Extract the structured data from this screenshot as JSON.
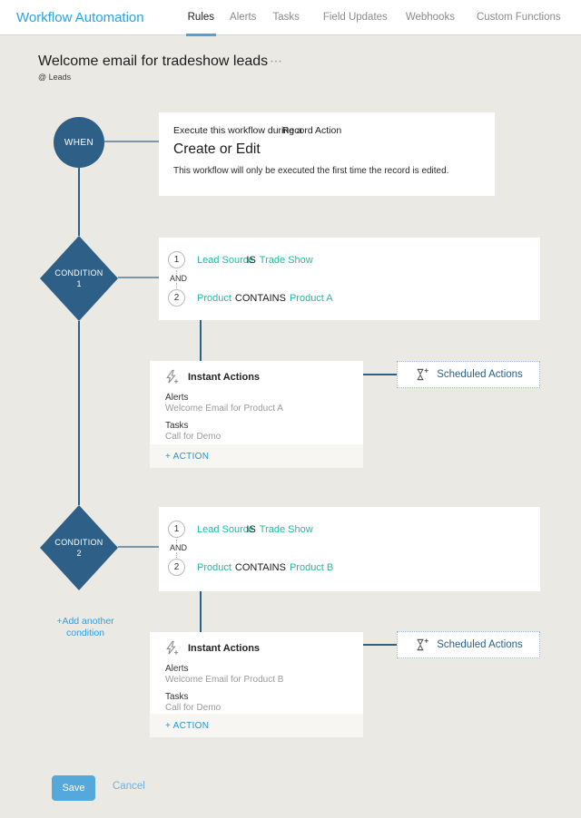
{
  "colors": {
    "accent_blue": "#2aa3e0",
    "node_blue": "#2d5f87",
    "teal_field": "#21b8a3",
    "action_link": "#2196d3",
    "save_button": "#55a8dc",
    "canvas_background": "#ebe9e4"
  },
  "nav": {
    "title": "Workflow Automation",
    "tabs": [
      {
        "label": "Rules"
      },
      {
        "label": "Alerts"
      },
      {
        "label": "Tasks"
      },
      {
        "label": "Field Updates"
      },
      {
        "label": "Webhooks"
      },
      {
        "label": "Custom Functions"
      }
    ]
  },
  "header": {
    "title": "Welcome email for tradeshow leads",
    "more_icon": "⋯",
    "module": "@ Leads"
  },
  "when": {
    "node_label": "WHEN",
    "execute_prefix": "Execute this workflow during a",
    "execute_type": "Record Action",
    "trigger": "Create or Edit",
    "note": "This workflow will only be executed the first time the record is edited."
  },
  "conditions": [
    {
      "node_label": "CONDITION",
      "node_number": "1",
      "join": "AND",
      "rules": [
        {
          "num": "1",
          "field": "Lead Source",
          "op": "IS",
          "value": "Trade Show"
        },
        {
          "num": "2",
          "field": "Product",
          "op": "CONTAINS",
          "value": "Product A"
        }
      ],
      "instant": {
        "title": "Instant Actions",
        "items": [
          {
            "type": "Alerts",
            "value": "Welcome Email for Product A"
          },
          {
            "type": "Tasks",
            "value": "Call for Demo"
          }
        ],
        "action_label": "+ ACTION"
      },
      "scheduled_label": "Scheduled Actions"
    },
    {
      "node_label": "CONDITION",
      "node_number": "2",
      "join": "AND",
      "rules": [
        {
          "num": "1",
          "field": "Lead Source",
          "op": "IS",
          "value": "Trade Show"
        },
        {
          "num": "2",
          "field": "Product",
          "op": "CONTAINS",
          "value": "Product B"
        }
      ],
      "instant": {
        "title": "Instant Actions",
        "items": [
          {
            "type": "Alerts",
            "value": "Welcome Email for Product B"
          },
          {
            "type": "Tasks",
            "value": "Call for Demo"
          }
        ],
        "action_label": "+ ACTION"
      },
      "scheduled_label": "Scheduled Actions"
    }
  ],
  "add_condition": {
    "line1": "+Add another",
    "line2": "condition"
  },
  "footer": {
    "save": "Save",
    "cancel": "Cancel"
  }
}
